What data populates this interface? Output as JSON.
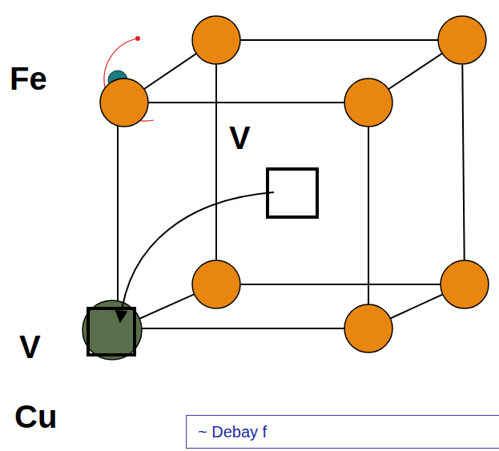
{
  "diagram": {
    "nodes": [
      {
        "text": [
          "~ Debay f"
        ]
      }
    ],
    "labels": [
      "Fe",
      "V",
      "V",
      "Cu"
    ]
  }
}
